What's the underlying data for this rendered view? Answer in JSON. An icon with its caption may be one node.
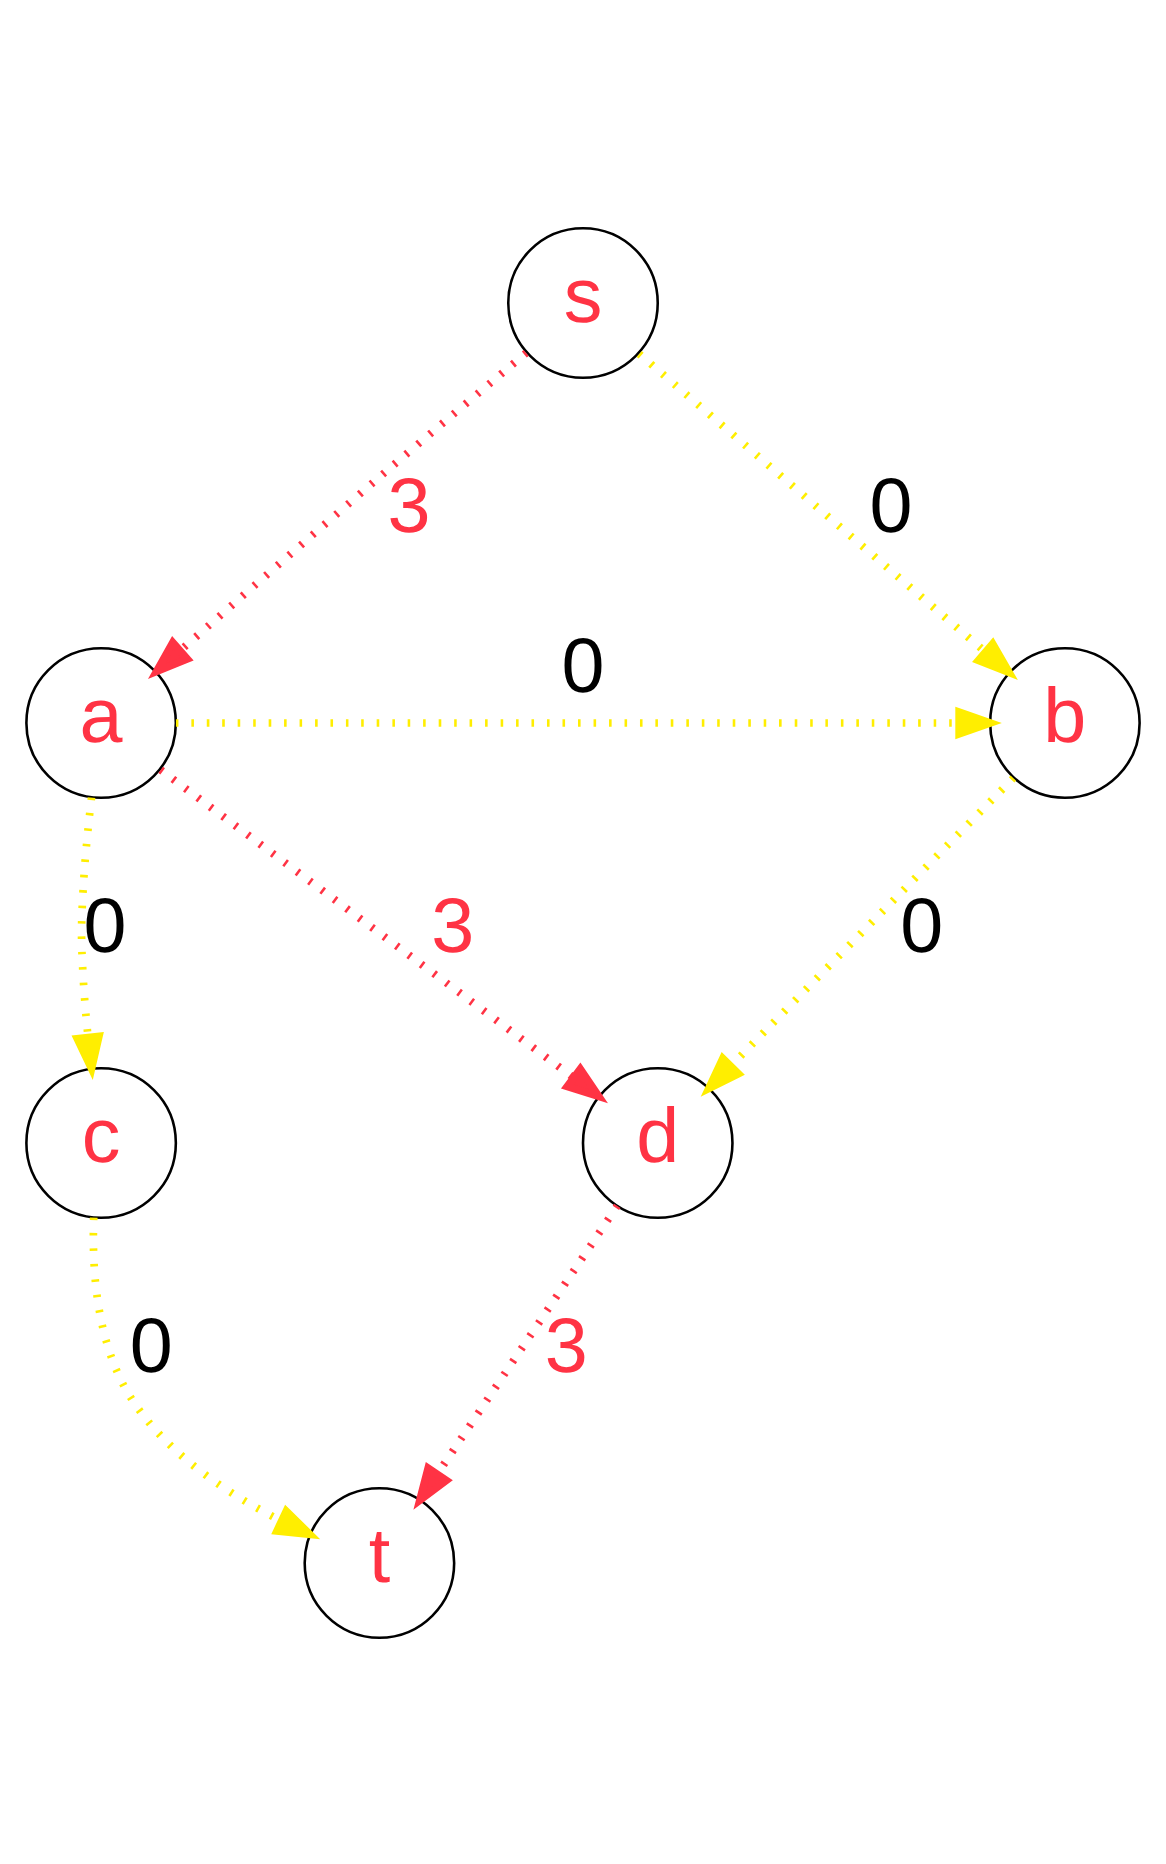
{
  "diagram": {
    "nodes": [
      {
        "text": [
          "s"
        ]
      },
      {
        "text": [
          "a"
        ]
      },
      {
        "text": [
          "b"
        ]
      },
      {
        "text": [
          "c"
        ]
      },
      {
        "text": [
          "d"
        ]
      },
      {
        "text": [
          "t"
        ]
      }
    ],
    "edges": [
      {
        "from": 0,
        "to": 1,
        "arrow": "to",
        "label": "3",
        "color": "#ff3344"
      },
      {
        "from": 0,
        "to": 2,
        "arrow": "to",
        "label": "0"
      },
      {
        "from": 1,
        "to": 2,
        "arrow": "to",
        "label": "0"
      },
      {
        "from": 1,
        "to": 3,
        "arrow": "to",
        "label": "0"
      },
      {
        "from": 1,
        "to": 4,
        "arrow": "to",
        "label": "3",
        "color": "#ff3344"
      },
      {
        "from": 2,
        "to": 4,
        "arrow": "to",
        "label": "0"
      },
      {
        "from": 3,
        "to": 5,
        "arrow": "to",
        "label": "0"
      },
      {
        "from": 4,
        "to": 5,
        "arrow": "to",
        "label": "3",
        "color": "#ff3344"
      }
    ]
  }
}
